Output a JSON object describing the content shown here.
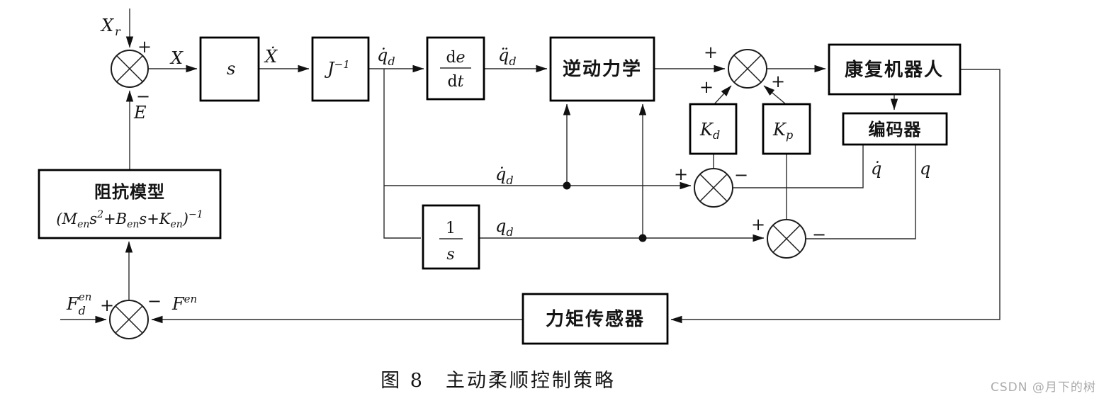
{
  "figure": {
    "caption": "图 8　主动柔顺控制策略",
    "watermark": "CSDN @月下的树"
  },
  "colors": {
    "line": "#2b2b2b",
    "block_border": "#000000",
    "background": "#ffffff",
    "watermark": "#ababab"
  },
  "blocks": {
    "s_block": {
      "label": "s"
    },
    "jacobian_inverse": {
      "base": "J",
      "sup": "−1"
    },
    "derivative": {
      "num_roman": "d",
      "num_italic": "e",
      "den_roman": "d",
      "den_italic": "t"
    },
    "inverse_dynamics": {
      "label": "逆动力学"
    },
    "rehab_robot": {
      "label": "康复机器人"
    },
    "encoder": {
      "label": "编码器"
    },
    "kd_gain": {
      "base": "K",
      "sub": "d"
    },
    "kp_gain": {
      "base": "K",
      "sub": "p"
    },
    "integrator": {
      "num": "1",
      "den": "s"
    },
    "impedance_model": {
      "title": "阻抗模型",
      "formula": {
        "p1": "(M",
        "s1": "en",
        "p2": "s",
        "e1": "2",
        "p3": "+B",
        "s2": "en",
        "p4": "s+K",
        "s3": "en",
        "p5": ")",
        "e2": "−1"
      }
    },
    "torque_sensor": {
      "label": "力矩传感器"
    }
  },
  "signals": {
    "xr": {
      "base": "X",
      "sub": "r"
    },
    "x": "X",
    "x_dot": "Ẋ",
    "qd_dot": {
      "base": "q̇",
      "sub": "d"
    },
    "qd_ddot": {
      "base": "q̈",
      "sub": "d"
    },
    "qd": {
      "base": "q",
      "sub": "d"
    },
    "q_dot": "q̇",
    "q": "q",
    "error": "E",
    "f_desired": {
      "base": "F",
      "sub": "d",
      "sup": "en"
    },
    "f_measured": {
      "base": "F",
      "sup": "en"
    }
  },
  "signs": {
    "plus": "+",
    "minus": "−"
  }
}
